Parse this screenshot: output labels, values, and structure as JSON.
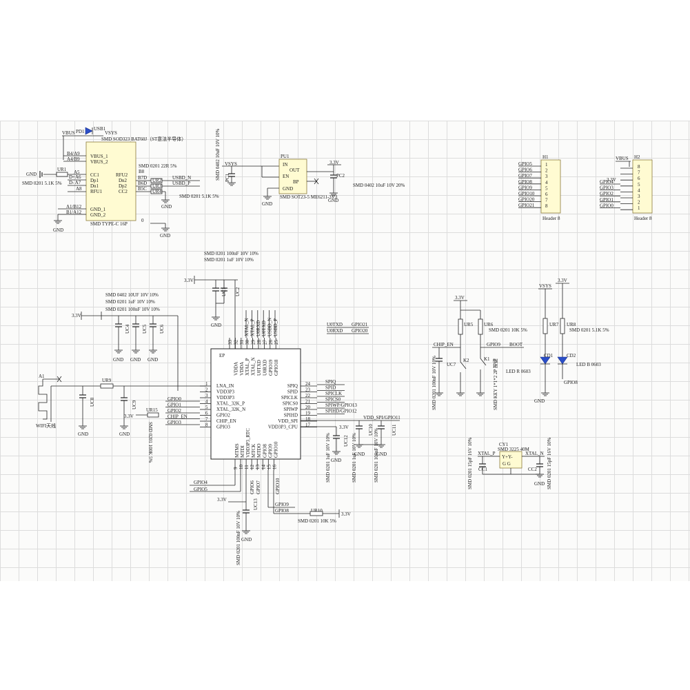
{
  "usb": {
    "diode_ref": "PD1",
    "vbus_label": "VBUS",
    "usb_ref": "USB1",
    "vsys_label": "VSYS",
    "diode_desc": "SMD SOD323 BAT60J（ST意法半导体）",
    "pin_b4a9": "B4/A9",
    "pin_a4b9": "A4/B9",
    "vbus1": "VBUS_1",
    "vbus2": "VBUS_2",
    "gnd_label": "GND",
    "ur1": "UR1",
    "ur1_desc": "SMD 0201 5.1K 5%",
    "pin_a5": "A5",
    "pin_a6": "D+A6",
    "pin_a7": "D- A7",
    "pin_a8": "A8",
    "cc1": "CC1",
    "dp1": "Dp1",
    "dn1": "Dn1",
    "rfu1": "RFU1",
    "rfu2": "RFU2",
    "dn2": "Dn2",
    "dp2": "Dp2",
    "cc2": "CC2",
    "pin_b8": "B8",
    "pin_b7": "B7D",
    "pin_b6": "B6D",
    "pin_b5": "B5C",
    "ur2": "UR2",
    "ur3": "UR3",
    "ur4": "UR4",
    "r_desc": "SMD 0201 22R 5%",
    "usbd_n": "USBD_N",
    "usbd_p": "USBD_P",
    "ur4_desc": "SMD 0201 5.1K 5%",
    "pin_a1b12": "A1/B12",
    "pin_b1a12": "B1/A12",
    "gnd1": "GND_1",
    "gnd2": "GND_2",
    "type_desc": "SMD TYPE-C 16P",
    "zero": "0",
    "gnd_a": "GND",
    "gnd_b": "GND",
    "gnd_c": "GND"
  },
  "ldo": {
    "vsys": "VSYS",
    "pc1": "PC1",
    "pc1_desc": "SMD 0402 10uF 10V 10%",
    "pu1": "PU1",
    "in": "IN",
    "out": "OUT",
    "en": "EN",
    "bp": "BP",
    "gnd": "GND",
    "v33": "3.3V",
    "pc2": "PC2",
    "pc2_desc": "SMD 0402 10uF 10V 20%",
    "desc": "SMD SOT23-5 ME6211-3V3",
    "gnd_a": "GND",
    "gnd_b": "GND"
  },
  "h1": {
    "ref": "H1",
    "name": "Header 8",
    "labels": [
      "GPIO5",
      "GPIO6",
      "GPIO7",
      "GPIO8",
      "GPIO9",
      "GPIO10",
      "GPIO20",
      "GPIO21"
    ],
    "pins": [
      "1",
      "2",
      "3",
      "4",
      "5",
      "6",
      "7",
      "8"
    ]
  },
  "h2": {
    "ref": "H2",
    "name": "Header 8",
    "vbus": "VBUS",
    "v33": "3.3V",
    "labels": [
      "GPIO4",
      "GPIO3",
      "GPIO2",
      "GPIO1",
      "GPIO0"
    ],
    "pins": [
      "8",
      "7",
      "6",
      "5",
      "4",
      "3",
      "2",
      "1"
    ]
  },
  "decoup": {
    "desc1": "SMD 0201 100nF 10V 10%",
    "desc2": "SMD 0201 1uF 10V 10%",
    "v33": "3.3V",
    "uc1": "UC1",
    "uc2": "UC2",
    "desc3": "SMD 0402 10UF 10V 10%",
    "desc4": "SMD 0201 1uF 10V 10%",
    "desc5": "SMD 0201 100nF 10V 10%",
    "v33b": "3.3V",
    "uc4": "UC4",
    "uc5": "UC5",
    "uc6": "UC6",
    "gnd": "GND"
  },
  "ant": {
    "a1": "A1",
    "ur9": "UR9",
    "uc8": "UC8",
    "uc9": "UC9",
    "name": "WIFI天线",
    "gnd": "GND"
  },
  "chip": {
    "ep": "EP",
    "top_pins": [
      "VDDA",
      "VDDA",
      "XTAL_P",
      "XTAL_N",
      "U0TXD",
      "U0RXD",
      "GPIO19",
      "GPIO18"
    ],
    "top_nums": [
      "33",
      "32",
      "31",
      "30",
      "29",
      "28",
      "27",
      "26",
      "25"
    ],
    "top_nets": [
      "XTAL_N",
      "XTAL_P",
      "U0RXD",
      "U0TXD",
      "USBD_N",
      "USBD_P"
    ],
    "left_pins": [
      "LNA_IN",
      "VDD3P3",
      "VDD3P3",
      "XTAL_32K_P",
      "XTAL_32K_N",
      "GPIO2",
      "CHIP_EN",
      "GPIO3"
    ],
    "left_nums": [
      "1",
      "2",
      "3",
      "4",
      "5",
      "6",
      "7",
      "8"
    ],
    "left_nets": [
      "GPIO0",
      "GPIO1",
      "GPIO2",
      "CHIP_EN",
      "GPIO3"
    ],
    "right_pins": [
      "SPIQ",
      "SPID",
      "SPICLK",
      "SPICS0",
      "SPIWP",
      "SPIHD",
      "VDD_SPI",
      "VDD3P3_CPU"
    ],
    "right_nums": [
      "24",
      "23",
      "22",
      "21",
      "20",
      "19",
      "18",
      "17"
    ],
    "right_nets": [
      "SPIQ",
      "SPID",
      "SPICLK",
      "SPICS0",
      "SPIWP/GPIO13",
      "SPIHD/GPIO12"
    ],
    "bottom_pins": [
      "MTMS",
      "MTDI",
      "VDD3P3_RTC",
      "MTCK",
      "MTDO",
      "GPIO8",
      "GPIO9",
      "GPIO10"
    ],
    "bottom_nums": [
      "9",
      "10",
      "11",
      "12",
      "13",
      "14",
      "15",
      "16"
    ],
    "gpio4": "GPIO4",
    "gpio5": "GPIO5",
    "gpio6": "GPIO6",
    "gpio7": "GPIO7",
    "gpio10": "GPIO10",
    "gpio9": "GPIO9",
    "gpio8": "GPIO8",
    "ur15": "UR15",
    "ur15_desc": "SMD 0201 100K 5%",
    "v33": "3.3V",
    "u0txd": "U0TXD",
    "u0rxd": "U0RXD",
    "gpio21": "GPIO21",
    "gpio20": "GPIO20",
    "vdd_spi": "VDD_SPI/GPIO11",
    "v33b": "3.3V",
    "uc12": "UC12",
    "uc10": "UC10",
    "uc11": "UC11",
    "uc12_desc": "SMD 0201 1uF 10V 10%",
    "uc10_desc": "SMD 0201 1uF 10V 10%",
    "uc11_desc": "SMD 0201 100nF 10V 10%",
    "uc13": "UC13",
    "uc13_desc": "SMD 0201 100nF 10V 10%",
    "v33c": "3.3V",
    "ur10": "UR10",
    "ur10_desc": "SMD 0201 10K 5%",
    "v33d": "3.3V"
  },
  "keys": {
    "v33": "3.3V",
    "ur5": "UR5",
    "ur6": "UR6",
    "ur6_desc": "SMD 0201 10K 5%",
    "chip_en": "CHIP_EN",
    "gpio9": "GPIO9",
    "boot": "BOOT",
    "uc7": "UC7",
    "uc7_desc": "SMD 0201 100nF 10V 10%",
    "k2": "K2",
    "k1": "K1",
    "key_desc": "SMD KEY 1*1*2 2P 按键",
    "gnd": "GND"
  },
  "leds": {
    "vsys": "VSYS",
    "v33": "3.3V",
    "ur7": "UR7",
    "ur8": "UR8",
    "ur8_desc": "SMD 0201 5.1K 5%",
    "cd1": "CD1",
    "cd2": "CD2",
    "led_r": "LED R 0603",
    "led_b": "LED B 0603",
    "gpio8": "GPIO8",
    "gnd": "GND"
  },
  "xtal": {
    "cy1": "CY1",
    "desc": "SMD 3225 40M",
    "xtal_p": "XTAL_P",
    "xtal_n": "XTAL_N",
    "yplus": "Y+Y-",
    "gg": "G  G",
    "cc1": "CC1",
    "cc2": "CC2",
    "cc1_desc": "SMD 0201 15pF 16V 10%",
    "cc2_desc": "SMD 0201 15pF 16V 10%",
    "gnd": "GND"
  }
}
